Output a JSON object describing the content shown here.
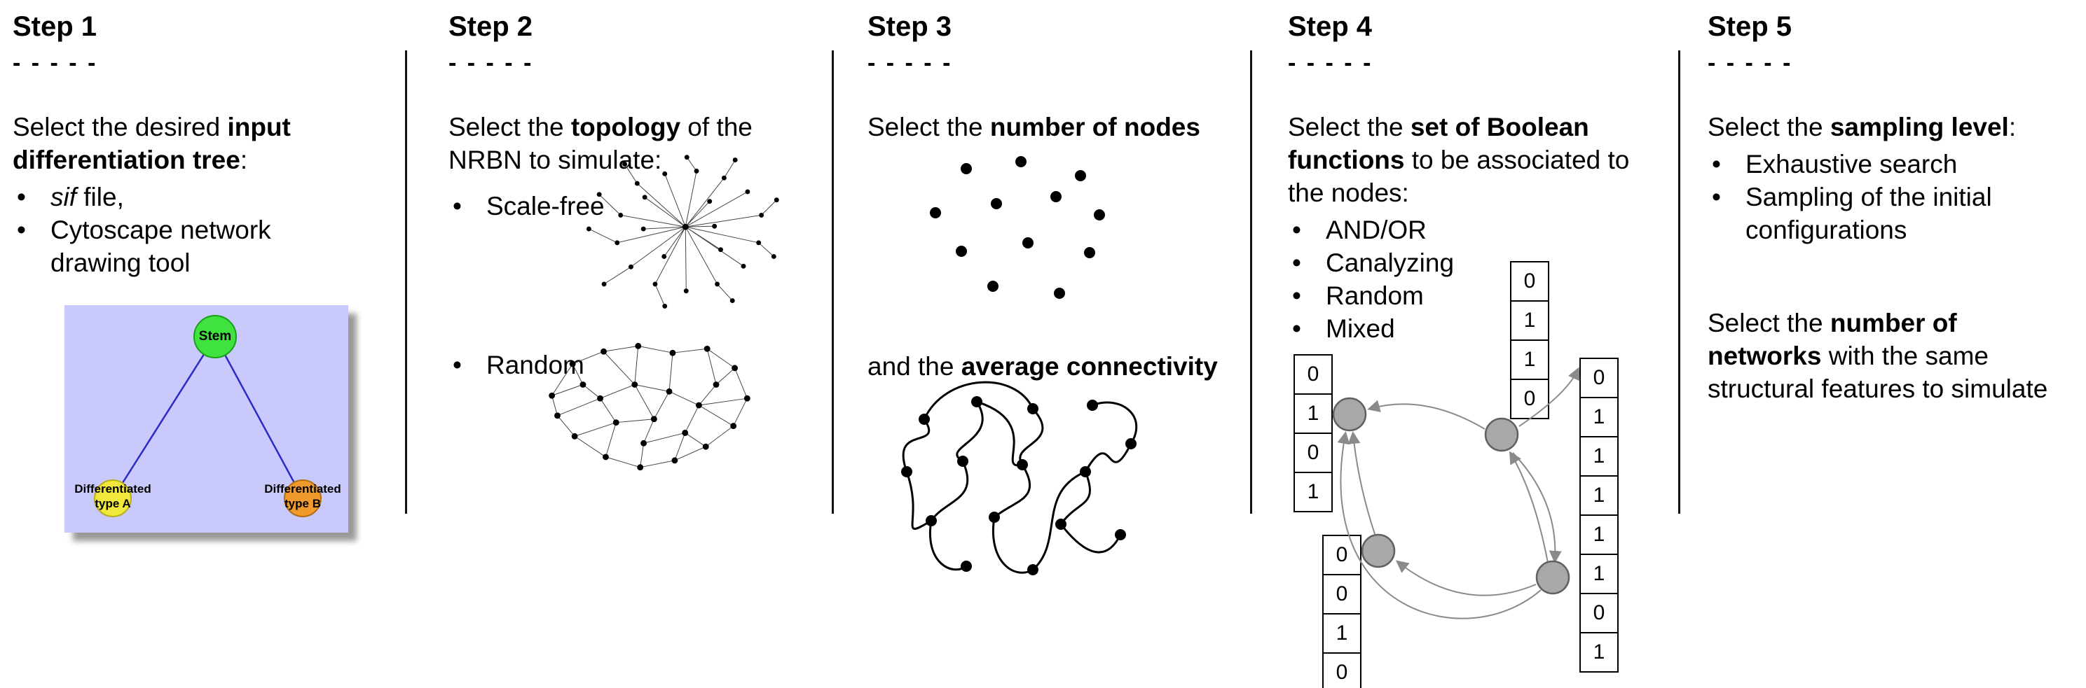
{
  "ui": {
    "bullet": "•"
  },
  "colors": {
    "panel_bg": "#c9c9fb",
    "stem_green": "#3fe23f",
    "type_a_yellow": "#f0e83c",
    "type_b_orange": "#f09a2e",
    "tree_edge": "#2a2ac8",
    "boolean_node_fill": "#a8a8a8",
    "boolean_node_border": "#606060",
    "arrow": "#8a8a8a",
    "divider": "#111111"
  },
  "step1": {
    "title": "Step 1",
    "dashes": "- - - - -",
    "intro_l1_pre": "Select the desired ",
    "intro_l1_bold": "input",
    "intro_l2_bold": "differentiation tree",
    "intro_l2_post": ":",
    "bullet1_italic": "sif",
    "bullet1_rest": " file,",
    "bullet2": "Cytoscape network drawing tool",
    "tree": {
      "stem": "Stem",
      "type_a": "Differentiated\ntype A",
      "type_b": "Differentiated\ntype B"
    }
  },
  "step2": {
    "title": "Step 2",
    "dashes": "- - - - -",
    "intro_l1_pre": "Select the ",
    "intro_l1_bold": "topology",
    "intro_l1_post": " of the",
    "intro_l2": "NRBN to simulate:",
    "bullet1": "Scale-free",
    "bullet2": "Random"
  },
  "step3": {
    "title": "Step 3",
    "dashes": "- - - - -",
    "text1_pre": "Select the ",
    "text1_bold": "number of nodes",
    "text2_pre": "and the ",
    "text2_bold": "average connectivity"
  },
  "step4": {
    "title": "Step 4",
    "dashes": "- - - - -",
    "intro_l1_pre": "Select the ",
    "intro_l1_bold": "set of Boolean",
    "intro_l2_bold": "functions",
    "intro_l2_post": " to be associated to",
    "intro_l3": "the nodes:",
    "bullets": [
      "AND/OR",
      "Canalyzing",
      "Random",
      "Mixed"
    ],
    "tables": {
      "left": [
        "0",
        "1",
        "0",
        "1"
      ],
      "top": [
        "0",
        "1",
        "1",
        "0"
      ],
      "right": [
        "0",
        "1",
        "1",
        "1",
        "1",
        "1",
        "0",
        "1"
      ],
      "bottom_left": [
        "0",
        "0",
        "1",
        "0"
      ]
    }
  },
  "step5": {
    "title": "Step 5",
    "dashes": "- - - - -",
    "intro_pre": "Select the ",
    "intro_bold": "sampling level",
    "intro_post": ":",
    "bullet1": "Exhaustive search",
    "bullet2": "Sampling of the initial configurations",
    "para2_l1_pre": "Select the ",
    "para2_l1_bold": "number of",
    "para2_l2_bold": "networks",
    "para2_l2_post": " with the same",
    "para2_l3": "structural features to simulate"
  }
}
